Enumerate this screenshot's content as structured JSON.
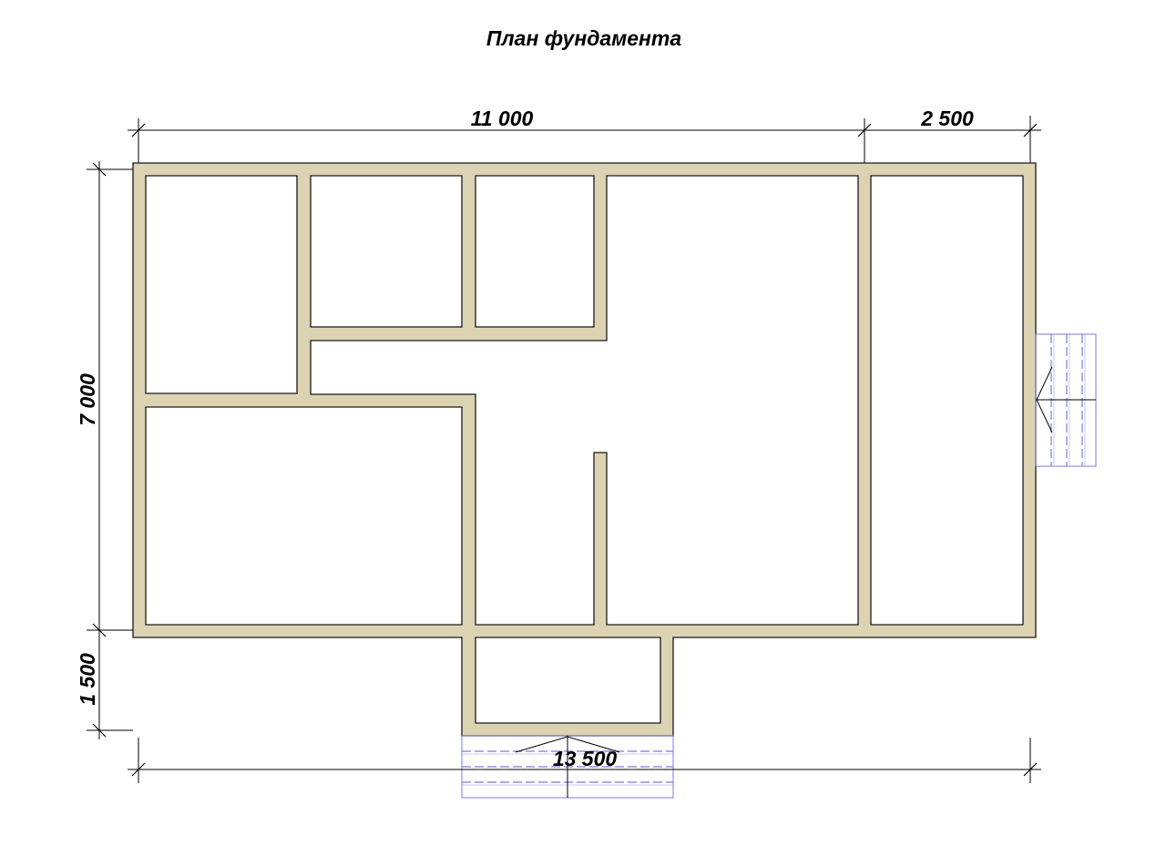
{
  "title": "План фундамента",
  "dimensions": {
    "top_main": "11 000",
    "top_right": "2 500",
    "left_main": "7 000",
    "left_bottom": "1 500",
    "bottom_total": "13 500"
  },
  "colors": {
    "wall_fill": "#dcd3b3",
    "wall_stroke": "#1a1a1a",
    "stair": "#7b7bd9",
    "line": "#000000"
  }
}
